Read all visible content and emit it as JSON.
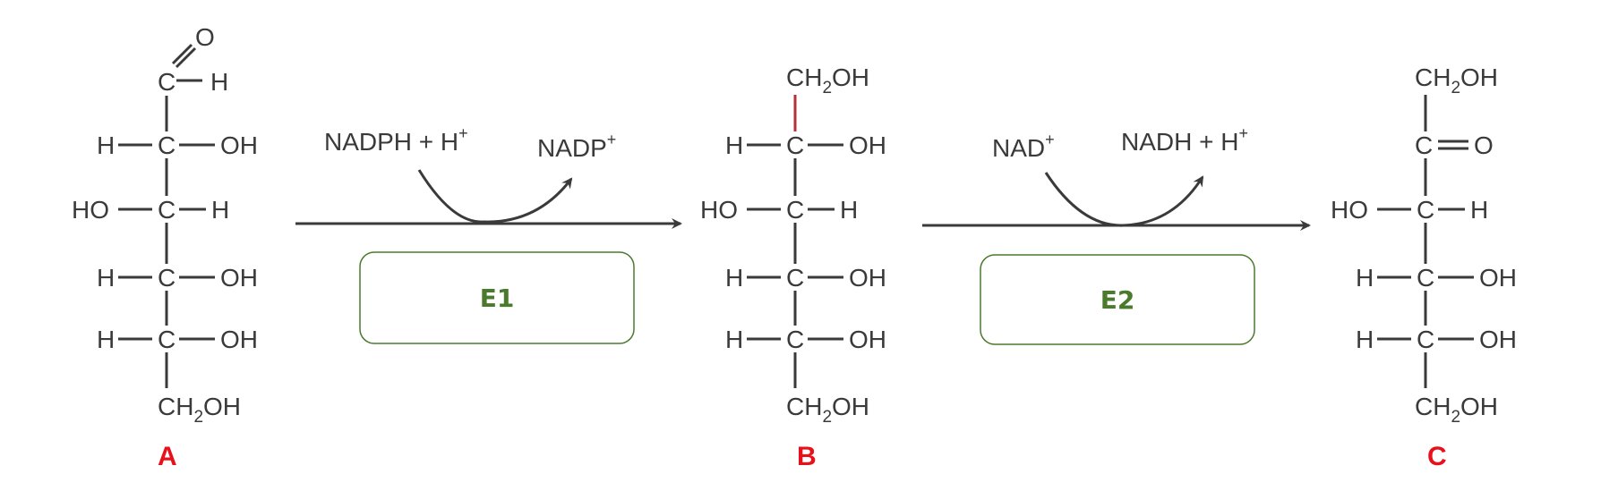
{
  "colors": {
    "text": "#3a3a3a",
    "highlight": "#b5303b",
    "label": "#e8101b",
    "enzyme": "#4a7a2c"
  },
  "compound_a": {
    "carbonyl_o": "O",
    "aldehyde_c": "C",
    "aldehyde_h": "H",
    "rows": [
      {
        "left": "H",
        "c": "C",
        "right": "OH"
      },
      {
        "left": "HO",
        "c": "C",
        "right": "H"
      },
      {
        "left": "H",
        "c": "C",
        "right": "OH"
      },
      {
        "left": "H",
        "c": "C",
        "right": "OH"
      }
    ],
    "bottom_ch": "CH",
    "bottom_sub": "2",
    "bottom_oh": "OH",
    "label": "A"
  },
  "compound_b": {
    "top_ch": "CH",
    "top_sub": "2",
    "top_oh": "OH",
    "rows": [
      {
        "left": "H",
        "c": "C",
        "right": "OH"
      },
      {
        "left": "HO",
        "c": "C",
        "right": "H"
      },
      {
        "left": "H",
        "c": "C",
        "right": "OH"
      },
      {
        "left": "H",
        "c": "C",
        "right": "OH"
      }
    ],
    "bottom_ch": "CH",
    "bottom_sub": "2",
    "bottom_oh": "OH",
    "label": "B"
  },
  "compound_c": {
    "top_ch": "CH",
    "top_sub": "2",
    "top_oh": "OH",
    "keto_c": "C",
    "keto_o": "O",
    "rows": [
      {
        "left": "HO",
        "c": "C",
        "right": "H"
      },
      {
        "left": "H",
        "c": "C",
        "right": "OH"
      },
      {
        "left": "H",
        "c": "C",
        "right": "OH"
      }
    ],
    "bottom_ch": "CH",
    "bottom_sub": "2",
    "bottom_oh": "OH",
    "label": "C"
  },
  "reaction1": {
    "cofactor_in": "NADPH + H",
    "cofactor_in_sup": "+",
    "cofactor_out": "NADP",
    "cofactor_out_sup": "+",
    "enzyme": "E1"
  },
  "reaction2": {
    "cofactor_in": "NAD",
    "cofactor_in_sup": "+",
    "cofactor_out": "NADH + H",
    "cofactor_out_sup": "+",
    "enzyme": "E2"
  }
}
